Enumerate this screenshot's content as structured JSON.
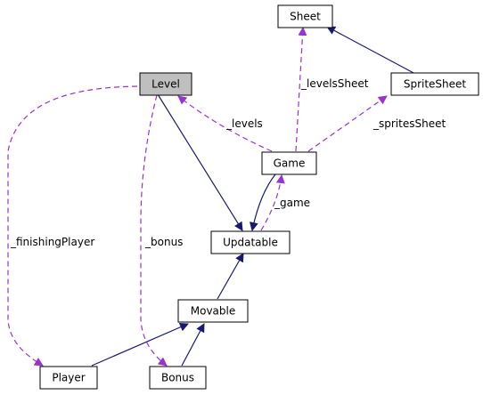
{
  "colors": {
    "inheritance": "#191970",
    "usage": "#9a32cd",
    "highlight_fill": "#bfbfbf",
    "node_fill": "#ffffff"
  },
  "nodes": {
    "sheet": "Sheet",
    "level": "Level",
    "spritesheet": "SpriteSheet",
    "game": "Game",
    "updatable": "Updatable",
    "movable": "Movable",
    "player": "Player",
    "bonus": "Bonus"
  },
  "edge_labels": {
    "levels_sheet": "_levelsSheet",
    "levels": "_levels",
    "sprites_sheet": "_spritesSheet",
    "game": "_game",
    "finishing_player": "_finishingPlayer",
    "bonus": "_bonus"
  },
  "focus_node": "Level"
}
